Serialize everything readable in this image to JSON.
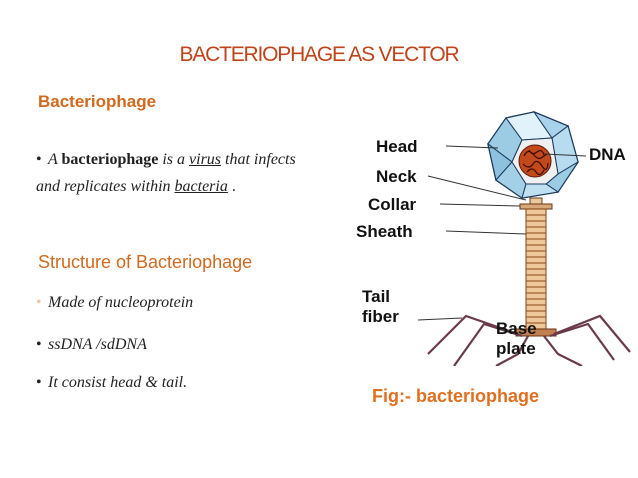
{
  "title": "BACTERIOPHAGE AS VECTOR",
  "subheading": "Bacteriophage",
  "definition": {
    "bullet": "•",
    "prefix": "A ",
    "term": "bacteriophage",
    "mid1": " is a ",
    "link_virus": "virus",
    "mid2": " that infects and replicates within ",
    "link_bacteria": "bacteria",
    "suffix": " ."
  },
  "structure_heading": "Structure of Bacteriophage",
  "bullets": [
    {
      "marker": "•",
      "text": "Made of nucleoprotein"
    },
    {
      "marker": "•",
      "text": "ssDNA /sdDNA"
    },
    {
      "marker": "•",
      "text": "It consist head & tail."
    }
  ],
  "figure": {
    "labels": {
      "head": "Head",
      "dna": "DNA",
      "neck": "Neck",
      "collar": "Collar",
      "sheath": "Sheath",
      "tail": "Tail",
      "fiber": "fiber",
      "base": "Base",
      "plate": "plate"
    },
    "caption": "Fig:- bacteriophage"
  }
}
